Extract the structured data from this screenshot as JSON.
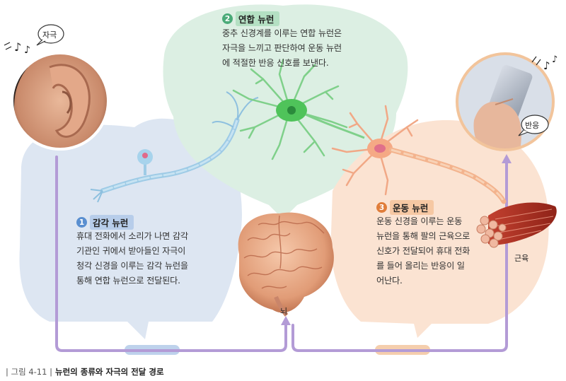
{
  "bubble_ear": "자극",
  "bubble_phone": "반응",
  "sensory": {
    "num": "1",
    "title": "감각 뉴런",
    "lines": [
      "휴대 전화에서 소리가 나면 감각",
      "기관인 귀에서 받아들인 자극이",
      "청각 신경을 이루는 감각 뉴런을",
      "통해 연합 뉴런으로 전달된다."
    ]
  },
  "inter": {
    "num": "2",
    "title": "연합 뉴런",
    "lines": [
      "중추 신경계를 이루는 연합 뉴런은",
      "자극을 느끼고 판단하여 운동 뉴런",
      "에 적절한 반응 신호를 보낸다."
    ]
  },
  "motor": {
    "num": "3",
    "title": "운동 뉴런",
    "lines": [
      "운동 신경을 이루는 운동",
      "뉴런을 통해 팔의 근육으로",
      "신호가 전달되어 휴대 전화",
      "를 들어 올리는 반응이 일",
      "어난다."
    ]
  },
  "brain_label": "뇌",
  "muscle_label": "근육",
  "caption": {
    "figure": "| 그림 4-11 |",
    "title": "뉴런의 종류와 자극의 전달 경로"
  },
  "colors": {
    "blue_region": "#dde6f2",
    "green_region": "#dcefe3",
    "orange_region": "#fbe3d2",
    "path_purple": "#b39bd6",
    "blue_accent": "#5a8fd0",
    "green_accent": "#4aaa78",
    "orange_accent": "#e07d3a"
  }
}
